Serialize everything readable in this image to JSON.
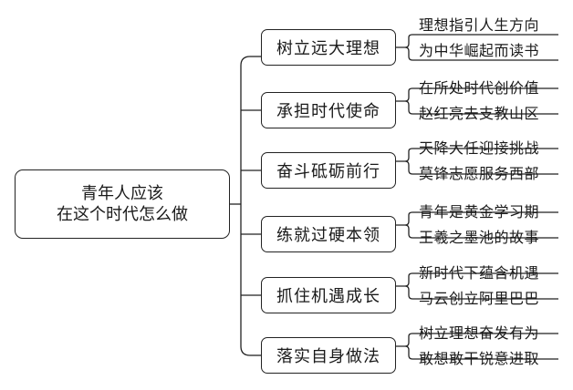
{
  "root": {
    "line1": "青年人应该",
    "line2": "在这个时代怎么做"
  },
  "branches": [
    {
      "label": "树立远大理想",
      "items": [
        "理想指引人生方向",
        "为中华崛起而读书"
      ]
    },
    {
      "label": "承担时代使命",
      "items": [
        "在所处时代创价值",
        "赵红亮去支教山区"
      ]
    },
    {
      "label": "奋斗砥砺前行",
      "items": [
        "天降大任迎接挑战",
        "莫锋志愿服务西部"
      ]
    },
    {
      "label": "练就过硬本领",
      "items": [
        "青年是黄金学习期",
        "王羲之墨池的故事"
      ]
    },
    {
      "label": "抓住机遇成长",
      "items": [
        "新时代下蕴含机遇",
        "马云创立阿里巴巴"
      ]
    },
    {
      "label": "落实自身做法",
      "items": [
        "树立理想奋发有为",
        "敢想敢干锐意进取"
      ]
    }
  ]
}
